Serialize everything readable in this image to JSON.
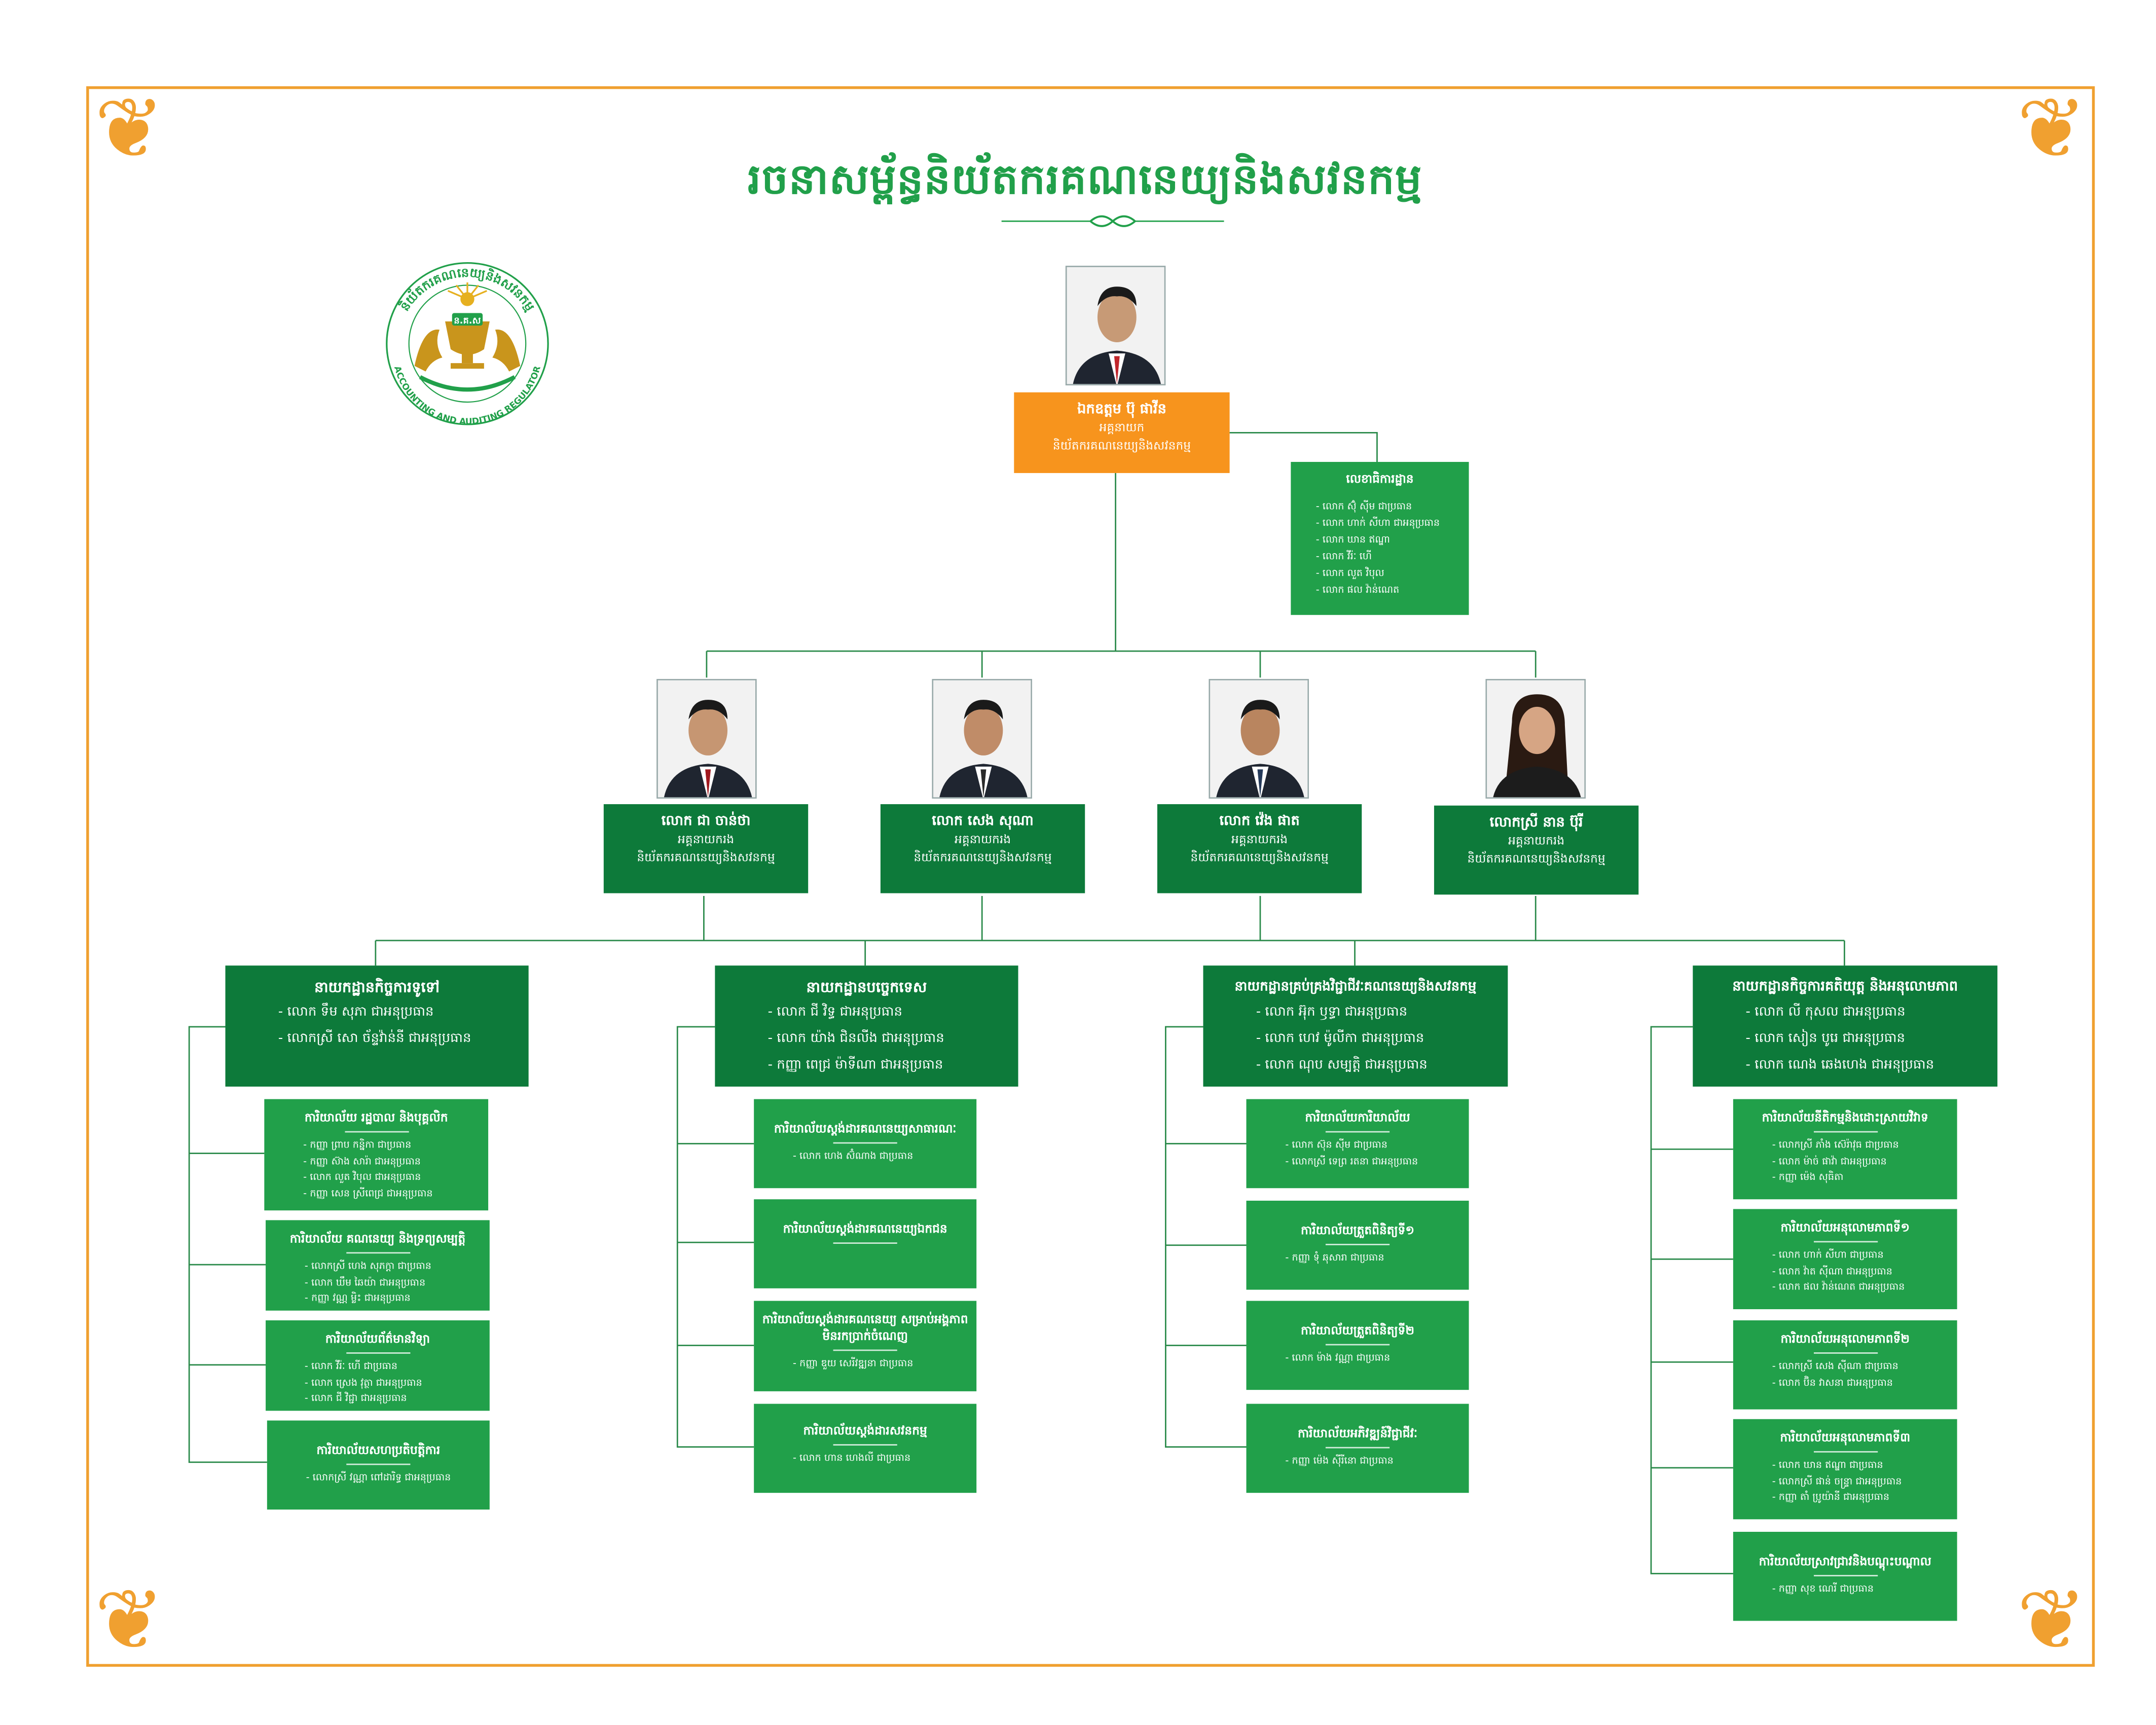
{
  "title": "រចនាសម្ព័ន្ធនិយ័តករគណនេយ្យនិងសវនកម្ម",
  "logo": {
    "top_text": "និយ័តករគណនេយ្យនិងសវនកម្ម",
    "bottom_text": "ACCOUNTING AND AUDITING REGULATOR",
    "center_text": "ន.គ.ស"
  },
  "head": {
    "name": "ឯកឧត្តម ប៊ុ ផាវីន",
    "role": "អគ្គនាយក",
    "org": "និយ័តករគណនេយ្យនិងសវនកម្ម"
  },
  "secretariat": {
    "title": "លេខាធិការដ្ឋាន",
    "members": [
      "- លោក ស៊ុំ ស៊ីម ជាប្រធាន",
      "- លោក ហាក់ សីហា ជាអនុប្រធាន",
      "- លោក ឃាន ឥណ្ឌា",
      "- លោក វីរ៉ៈ ហេី",
      "- លោក លួត វិបុល",
      "- លោក ផល វ៉ាន់ណេត"
    ]
  },
  "deputies": [
    {
      "name": "លោក ជា ចាន់ថា",
      "role": "អគ្គនាយករង",
      "org": "និយ័តករគណនេយ្យនិងសវនកម្ម"
    },
    {
      "name": "លោក សេង សុណា",
      "role": "អគ្គនាយករង",
      "org": "និយ័តករគណនេយ្យនិងសវនកម្ម"
    },
    {
      "name": "លោក វ៉េង ផាត",
      "role": "អគ្គនាយករង",
      "org": "និយ័តករគណនេយ្យនិងសវនកម្ម"
    },
    {
      "name": "លោកស្រី នាន ប៊ុរី",
      "role": "អគ្គនាយករង",
      "org": "និយ័តករគណនេយ្យនិងសវនកម្ម"
    }
  ],
  "departments": [
    {
      "title": "នាយកដ្ឋានកិច្ចការទូទៅ",
      "members": [
        "- លោក ទឹម សុភា ជាអនុប្រធាន",
        "- លោកស្រី សោ ច័ន្ទវ៉ាន់នី ជាអនុប្រធាន"
      ],
      "offices": [
        {
          "title": "ការិយាល័យ រដ្ឋបាល និងបុគ្គលិក",
          "members": [
            "- កញ្ញា ព្រាប កន្និកា ជាប្រធាន",
            "- កញ្ញា ស៊ាង សារ៉ា ជាអនុប្រធាន",
            "- លោក លួត វិបុល ជាអនុប្រធាន",
            "- កញ្ញា សេន ស្រីពេជ្រ ជាអនុប្រធាន"
          ]
        },
        {
          "title": "ការិយាល័យ គណនេយ្យ និងទ្រព្យសម្បត្តិ",
          "members": [
            "- លោកស្រី ហេង សុភក្តា ជាប្រធាន",
            "- លោក ឃឹម ឆៃយ៉ា ជាអនុប្រធាន",
            "- កញ្ញា វណ្ណ ម្លិះ ជាអនុប្រធាន"
          ]
        },
        {
          "title": "ការិយាល័យព័ត៌មានវិទ្យា",
          "members": [
            "- លោក វីរ៉ៈ ហេី ជាប្រធាន",
            "- លោក ស្រេង វុត្ថា ជាអនុប្រធាន",
            "- លោក ជី វិជ្ជា ជាអនុប្រធាន"
          ]
        },
        {
          "title": "ការិយាល័យសហប្រតិបត្តិការ",
          "members": [
            "- លោកស្រី វណ្ណា ពៅដារិទ្ធ ជាអនុប្រធាន"
          ]
        }
      ]
    },
    {
      "title": "នាយកដ្ឋានបច្ចេកទេស",
      "members": [
        "- លោក ជី វិទ្ធ ជាអនុប្រធាន",
        "- លោក យ៉ាង ជិនលីង ជាអនុប្រធាន",
        "- កញ្ញា ពេជ្រ ម៉ាទីណា ជាអនុប្រធាន"
      ],
      "offices": [
        {
          "title": "ការិយាល័យស្តង់ដារគណនេយ្យសាធារណៈ",
          "members": [
            "- លោក ហេង ស៊ំណាង ជាប្រធាន"
          ]
        },
        {
          "title": "ការិយាល័យស្តង់ដារគណនេយ្យឯកជន",
          "members": []
        },
        {
          "title": "ការិយាល័យស្តង់ដារគណនេយ្យ សម្រាប់អង្គភាពមិនរកប្រាក់ចំណេញ",
          "members": [
            "- កញ្ញា ឌួយ សេរីវឌ្ឍនា ជាប្រធាន"
          ]
        },
        {
          "title": "ការិយាល័យស្តង់ដារសវនកម្ម",
          "members": [
            "- លោក ហាន ហេងលី ជាប្រធាន"
          ]
        }
      ]
    },
    {
      "title": "នាយកដ្ឋានគ្រប់គ្រងវិជ្ជាជីវៈគណនេយ្យនិងសវនកម្ម",
      "members": [
        "- លោក អ៊ុក ឫទ្ធា ជាអនុប្រធាន",
        "- លោក ហេវ ម៉ូលីកា ជាអនុប្រធាន",
        "- លោក ណុប សម្បត្តិ ជាអនុប្រធាន"
      ],
      "offices": [
        {
          "title": "ការិយាល័យការិយាល័យ",
          "members": [
            "- លោក ស៊ុន ស៊ីម ជាប្រធាន",
            "- លោកស្រី ទេព្រ រតនា ជាអនុប្រធាន"
          ]
        },
        {
          "title": "ការិយាល័យត្រួតពិនិត្យទី១",
          "members": [
            "- កញ្ញា ទុំ ឆុសារា ជាប្រធាន"
          ]
        },
        {
          "title": "ការិយាល័យត្រួតពិនិត្យទី២",
          "members": [
            "- លោក ម៉ាង វណ្ណា ជាប្រធាន"
          ]
        },
        {
          "title": "ការិយាល័យអភិវឌ្ឍន៍វិជ្ជាជីវៈ",
          "members": [
            "- កញ្ញា ម៉េង ស៊ីរីនោ ជាប្រធាន"
          ]
        }
      ]
    },
    {
      "title": "នាយកដ្ឋានកិច្ចការគតិយុត្ត និងអនុលោមភាព",
      "members": [
        "- លោក លី កុសល ជាអនុប្រធាន",
        "- លោក សៀន បូរេ ជាអនុប្រធាន",
        "- លោក ណេង ឆេងហេង ជាអនុប្រធាន"
      ],
      "offices": [
        {
          "title": "ការិយាល័យនីតិកម្មនិងដោះស្រាយវិវាទ",
          "members": [
            "- លោកស្រី ភាំង ស៊េរ៉ាវុធ ជាប្រធាន",
            "- លោក ម៉ាច់ ផាវ៉ា ជាអនុប្រធាន",
            "- កញ្ញា ម៉េង សុធិតា"
          ]
        },
        {
          "title": "ការិយាល័យអនុលោមភាពទី១",
          "members": [
            "- លោក ហាក់ សីហា ជាប្រធាន",
            "- លោក វ៉ាត ស៊ីណា ជាអនុប្រធាន",
            "- លោក ផល វ៉ាន់ណេត ជាអនុប្រធាន"
          ]
        },
        {
          "title": "ការិយាល័យអនុលោមភាពទី២",
          "members": [
            "- លោកស្រី សេង ស៊ីណា ជាប្រធាន",
            "- លោក ប៊ិន វាសនា ជាអនុប្រធាន"
          ]
        },
        {
          "title": "ការិយាល័យអនុលោមភាពទី៣",
          "members": [
            "- លោក ឃាន ឥណ្ឌា ជាប្រធាន",
            "- លោកស្រី ផាន់ ចន្ទ្រា ជាអនុប្រធាន",
            "- កញ្ញា តាំ ប្រូយ៉ានី ជាអនុប្រធាន"
          ]
        },
        {
          "title": "ការិយាល័យស្រាវជ្រាវនិងបណ្តុះបណ្តាល",
          "members": [
            "- កញ្ញា សុខ ណេរី ជាប្រធាន"
          ]
        }
      ]
    }
  ]
}
